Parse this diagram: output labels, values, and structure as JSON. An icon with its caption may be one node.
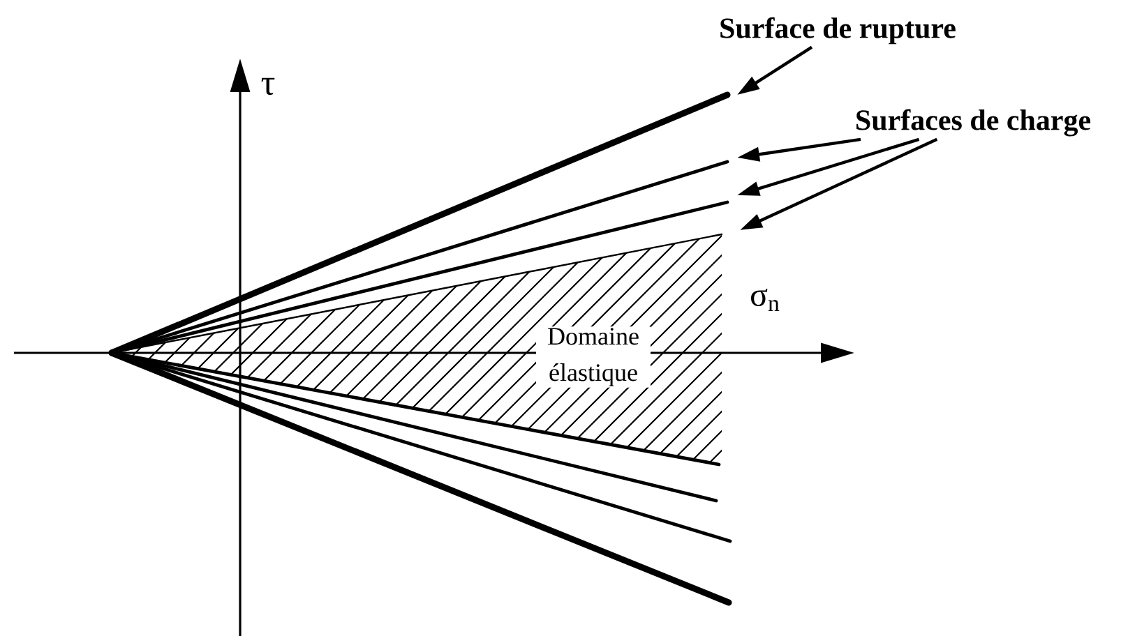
{
  "diagram": {
    "nodes": [
      {
        "text": [
          "Surface de rupture"
        ]
      },
      {
        "text": [
          "Surfaces de charge"
        ]
      }
    ],
    "edges": [
      {
        "from": 0,
        "to": null,
        "arrow": "to"
      },
      {
        "from": 1,
        "to": null,
        "arrow": "to"
      },
      {
        "from": 1,
        "to": null,
        "arrow": "to"
      },
      {
        "from": 1,
        "to": null,
        "arrow": "to"
      }
    ],
    "labels": [
      "τ",
      "σ$_{n}$",
      "Domaine élastique"
    ]
  }
}
